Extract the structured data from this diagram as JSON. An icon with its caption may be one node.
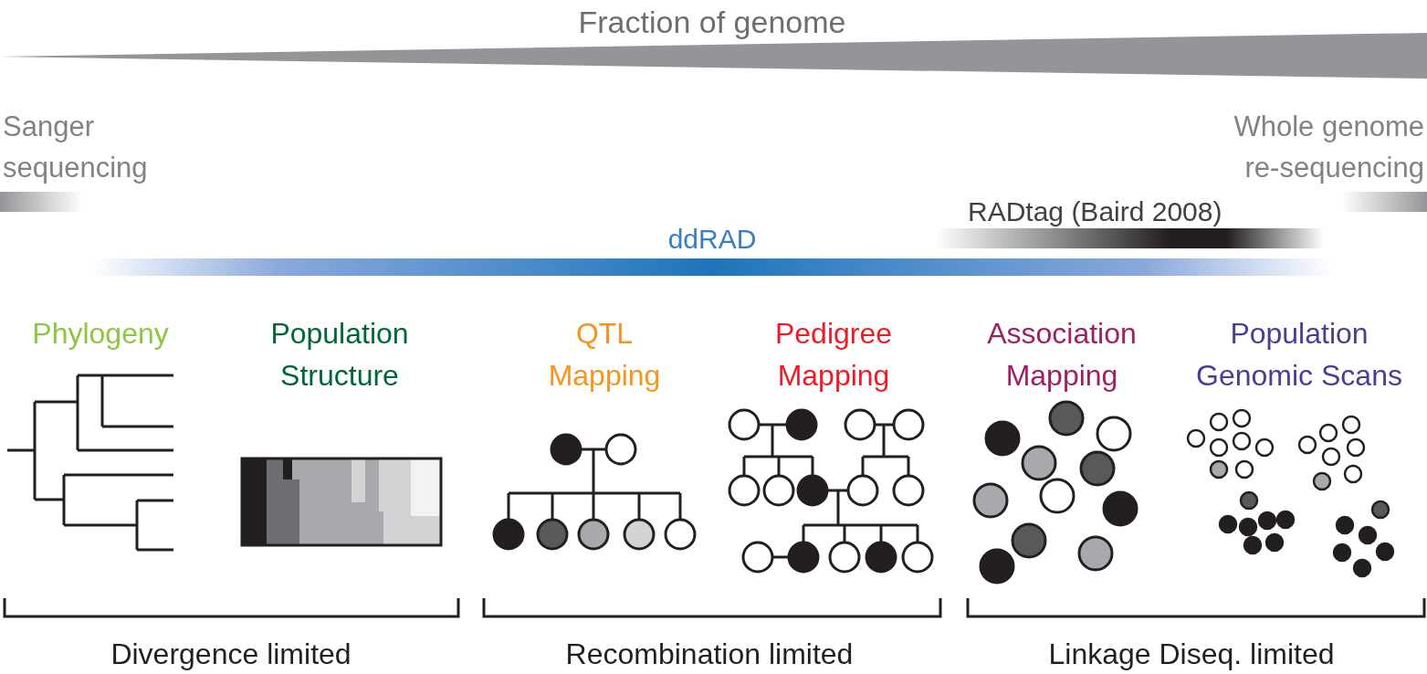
{
  "diagram": {
    "labels": [
      "Fraction of genome",
      "Sanger sequencing",
      "Whole genome re-sequencing",
      "RADtag (Baird 2008)",
      "ddRAD",
      "Phylogeny",
      "Population Structure",
      "QTL Mapping",
      "Pedigree Mapping",
      "Association Mapping",
      "Population Genomic Scans",
      "Divergence limited",
      "Recombination limited",
      "Linkage Diseq. limited"
    ]
  }
}
